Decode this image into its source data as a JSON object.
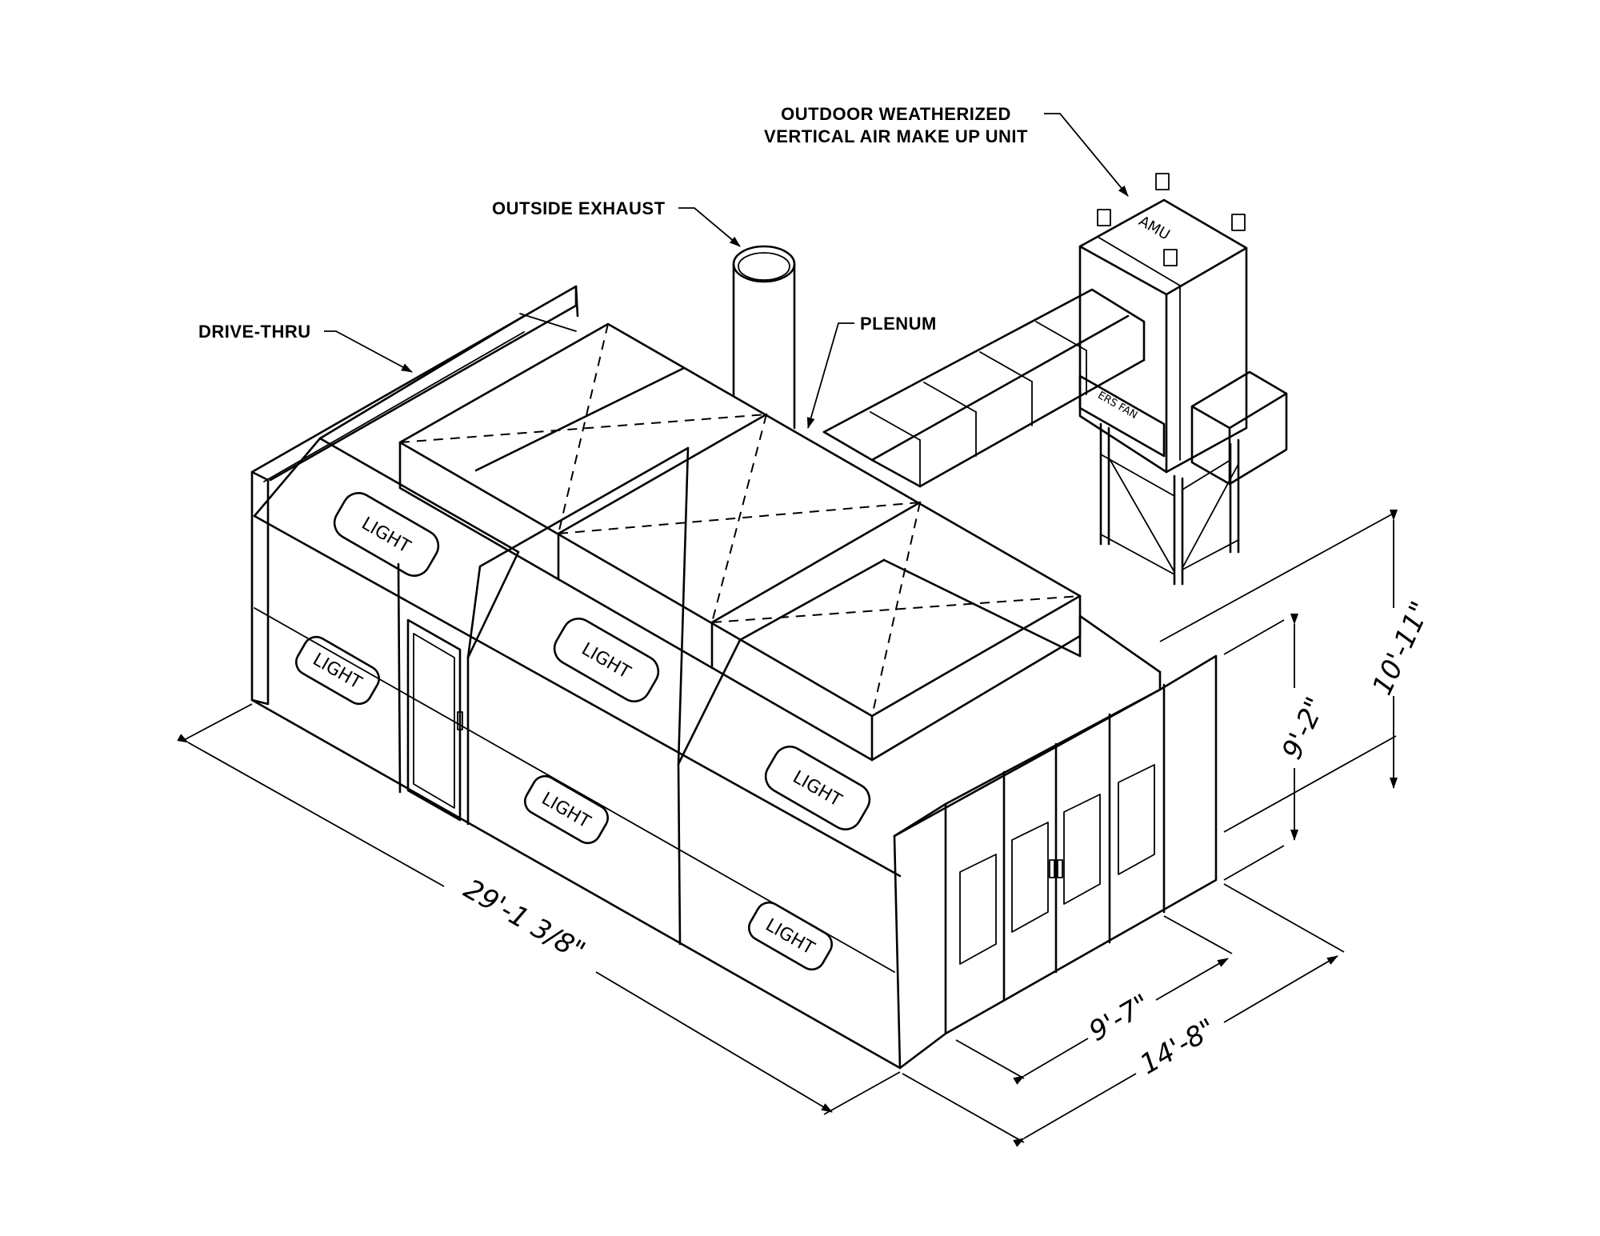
{
  "callouts": {
    "amu_line1": "OUTDOOR WEATHERIZED",
    "amu_line2": "VERTICAL AIR MAKE UP UNIT",
    "exhaust": "OUTSIDE EXHAUST",
    "plenum": "PLENUM",
    "drive_thru": "DRIVE-THRU"
  },
  "panel_labels": {
    "light": "LIGHT",
    "amu": "AMU",
    "ers_fan": "ERS FAN"
  },
  "dimensions": {
    "length": "29'-1 3/8\"",
    "door_width": "9'-7\"",
    "booth_width": "14'-8\"",
    "booth_height": "9'-2\"",
    "overall_height": "10'-11\""
  }
}
